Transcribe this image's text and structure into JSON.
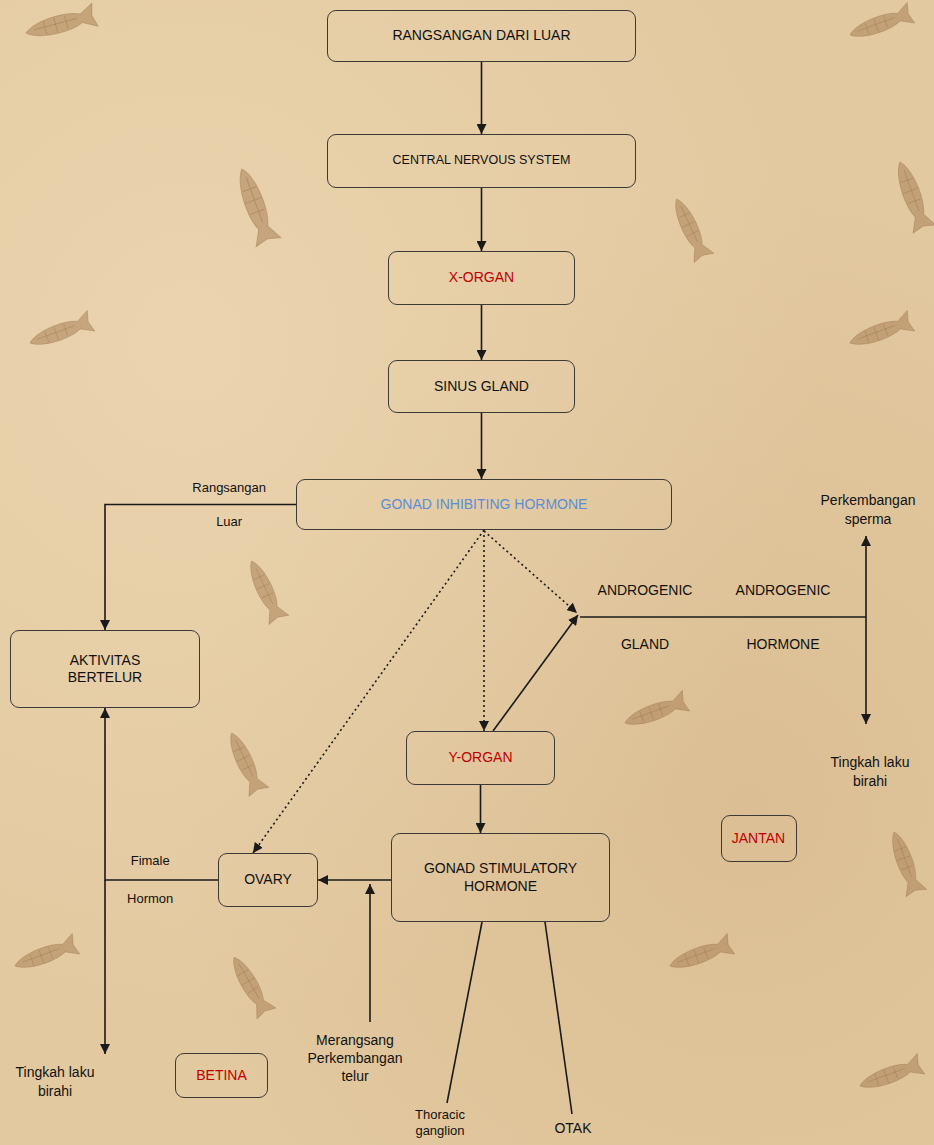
{
  "diagram": {
    "nodes": [
      {
        "text": [
          "RANGSANGAN DARI LUAR"
        ]
      },
      {
        "text": [
          "CENTRAL NERVOUS SYSTEM"
        ]
      },
      {
        "text": [
          "X-ORGAN"
        ]
      },
      {
        "text": [
          "SINUS GLAND"
        ]
      },
      {
        "text": [
          "GONAD INHIBITING HORMONE"
        ]
      },
      {
        "text": [
          "AKTIVITAS BERTELUR"
        ]
      },
      {
        "text": [
          "Y-ORGAN"
        ]
      },
      {
        "text": [
          "OVARY"
        ]
      },
      {
        "text": [
          "GONAD STIMULATORY HORMONE"
        ]
      },
      {
        "text": [
          "JANTAN"
        ]
      },
      {
        "text": [
          "BETINA"
        ]
      }
    ],
    "edges": [
      {
        "from": 0,
        "to": 1,
        "arrow": "to"
      },
      {
        "from": 1,
        "to": 2,
        "arrow": "to"
      },
      {
        "from": 2,
        "to": 3,
        "arrow": "to"
      },
      {
        "from": 3,
        "to": 4,
        "arrow": "to"
      },
      {
        "from": 4,
        "to": 5,
        "arrow": "to",
        "label": "Rangsangan Luar"
      },
      {
        "from": 4,
        "to": 6,
        "arrow": "to"
      },
      {
        "from": 4,
        "to": 7,
        "arrow": "to"
      },
      {
        "from": 8,
        "to": 7,
        "arrow": "to"
      },
      {
        "from": 7,
        "to": 5,
        "arrow": "to",
        "label": "Fimale Hormon"
      },
      {
        "from": 6,
        "to": 8,
        "arrow": "to"
      }
    ],
    "labels": [
      "Perkembangan sperma",
      "ANDROGENIC GLAND",
      "ANDROGENIC HORMONE",
      "Tingkah laku birahi",
      "Merangsang Perkembangan telur",
      "Tingkah laku birahi",
      "Thoracic ganglion",
      "OTAK"
    ]
  }
}
